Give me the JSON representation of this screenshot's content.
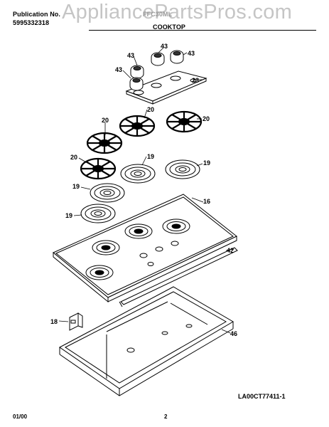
{
  "header": {
    "publication_label": "Publication No.",
    "publication_number": "5995332318",
    "model_number": "FFC30ML",
    "section_title": "COOKTOP",
    "watermark": "AppliancePartsPros.com"
  },
  "callouts": {
    "knob": "43",
    "panel": "23",
    "grate": "20",
    "drip_bowl": "19",
    "cooktop": "16",
    "trim": "42",
    "bracket": "18",
    "pan": "46"
  },
  "figure_code": "LA00CT77411-1",
  "footer": {
    "date": "01/00",
    "page": "2"
  }
}
